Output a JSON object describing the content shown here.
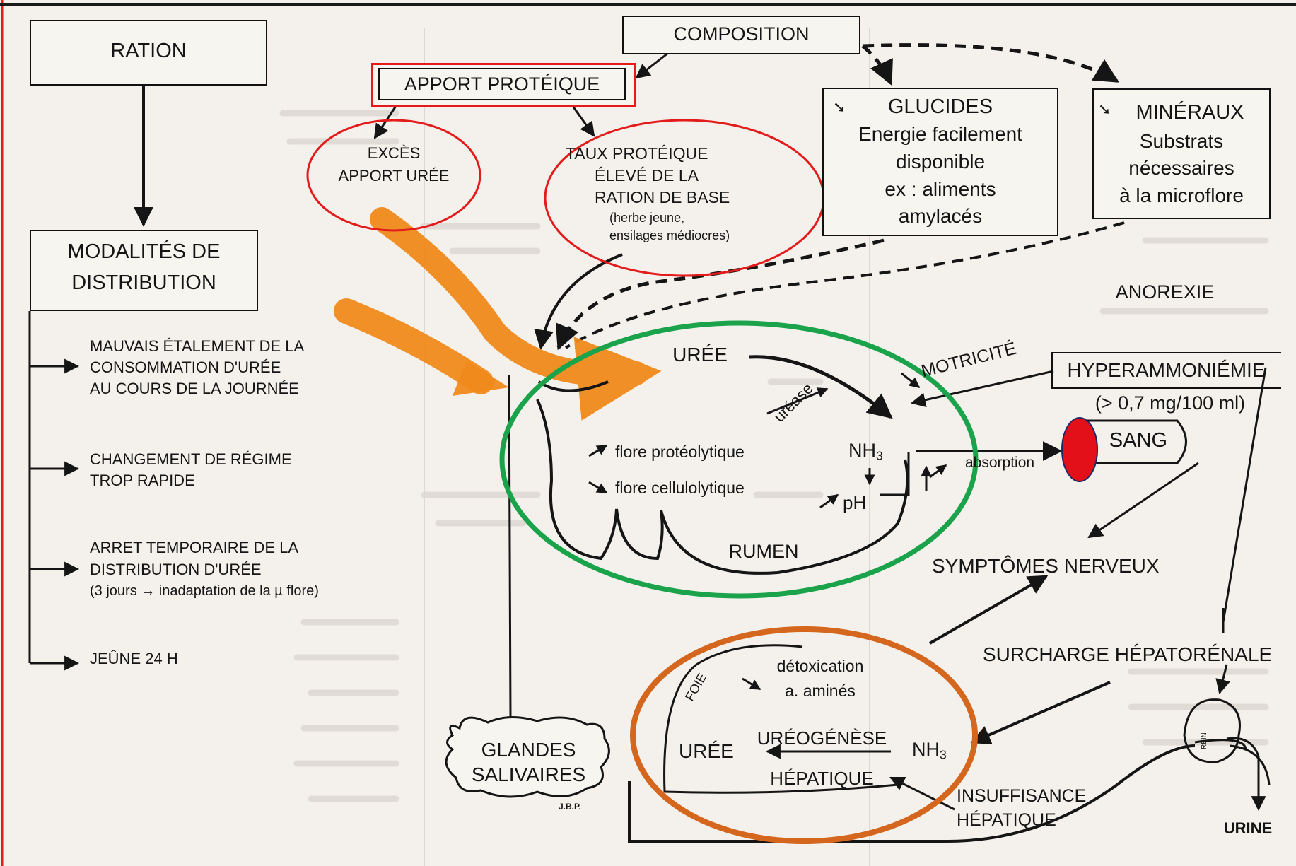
{
  "colors": {
    "red_highlight": "#e31b1b",
    "green_highlight": "#1aa34a",
    "orange_highlight": "#d4661d",
    "orange_arrow": "#f08a1c",
    "ink": "#151515",
    "blood_dot": "#e3101a"
  },
  "nodes": {
    "ration": "RATION",
    "composition": "COMPOSITION",
    "apport_proteique": "APPORT PROTÉIQUE",
    "exces_line1": "EXCÈS",
    "exces_line2": "APPORT URÉE",
    "taux_line1": "TAUX PROTÉIQUE",
    "taux_line2": "ÉLEVÉ DE LA",
    "taux_line3": "RATION DE BASE",
    "taux_line4": "(herbe jeune,",
    "taux_line5": "ensilages médiocres)",
    "glucides_title": "GLUCIDES",
    "glucides_line1": "Energie facilement",
    "glucides_line2": "disponible",
    "glucides_line3": "ex : aliments",
    "glucides_line4": "amylacés",
    "mineraux_title": "MINÉRAUX",
    "mineraux_line1": "Substrats",
    "mineraux_line2": "nécessaires",
    "mineraux_line3": "à la microflore",
    "modalites_line1": "MODALITÉS DE",
    "modalites_line2": "DISTRIBUTION",
    "item1_line1": "MAUVAIS ÉTALEMENT DE LA",
    "item1_line2": "CONSOMMATION D'URÉE",
    "item1_line3": "AU COURS DE LA JOURNÉE",
    "item2_line1": "CHANGEMENT DE RÉGIME",
    "item2_line2": "TROP RAPIDE",
    "item3_line1": "ARRET TEMPORAIRE DE LA",
    "item3_line2": "DISTRIBUTION D'URÉE",
    "item3_line3": "(3 jours → inadaptation de la µ flore)",
    "item4": "JEÛNE 24 H",
    "anorexie": "ANOREXIE",
    "motricite": "MOTRICITÉ",
    "hyperammoniemie": "HYPERAMMONIÉMIE",
    "hyper_value": "(> 0,7 mg/100 ml)",
    "sang": "SANG",
    "absorption": "absorption",
    "uree_rumen": "URÉE",
    "urease": "uréase",
    "nh3": "NH",
    "nh3_sub": "3",
    "ph": "pH",
    "flore_proteolytique": "flore protéolytique",
    "flore_cellulolytique": "flore cellulolytique",
    "rumen": "RUMEN",
    "symptomes": "SYMPTÔMES NERVEUX",
    "surcharge": "SURCHARGE HÉPATORÉNALE",
    "foie": "FOIE",
    "detox_line1": "détoxication",
    "detox_line2": "a. aminés",
    "uree_foie": "URÉE",
    "ureogenese": "URÉOGÉNÈSE",
    "hepatique": "HÉPATIQUE",
    "nh3_foie": "NH",
    "insuffisance_line1": "INSUFFISANCE",
    "insuffisance_line2": "HÉPATIQUE",
    "glandes_line1": "GLANDES",
    "glandes_line2": "SALIVAIRES",
    "signature": "J.B.P.",
    "rein": "REIN",
    "urine": "URINE"
  }
}
